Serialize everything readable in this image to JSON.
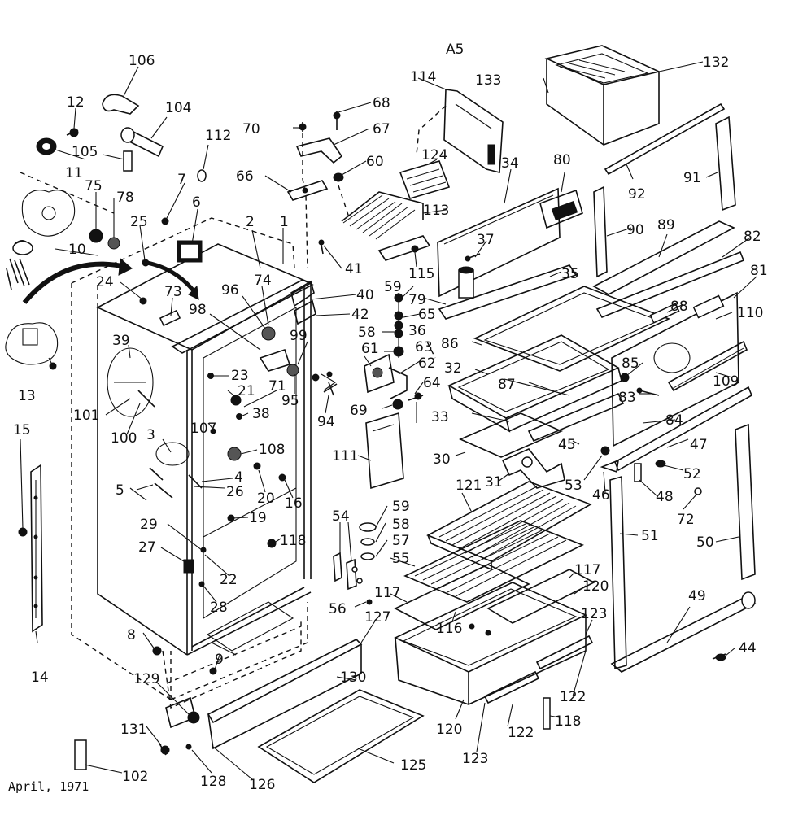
{
  "header_code": "A5",
  "footer_date": "April, 1971",
  "callouts": [
    "106",
    "12",
    "104",
    "11",
    "105",
    "112",
    "75",
    "78",
    "7",
    "6",
    "25",
    "2",
    "1",
    "10",
    "24",
    "73",
    "96",
    "74",
    "41",
    "98",
    "39",
    "13",
    "23",
    "21",
    "71",
    "95",
    "99",
    "101",
    "100",
    "38",
    "107",
    "3",
    "108",
    "4",
    "5",
    "26",
    "20",
    "16",
    "19",
    "15",
    "29",
    "27",
    "22",
    "28",
    "118",
    "8",
    "9",
    "14",
    "129",
    "131",
    "102",
    "128",
    "126",
    "125",
    "130",
    "127",
    "70",
    "68",
    "67",
    "66",
    "60",
    "114",
    "124",
    "113",
    "115",
    "34",
    "80",
    "37",
    "35",
    "79",
    "133",
    "132",
    "92",
    "91",
    "90",
    "89",
    "82",
    "81",
    "88",
    "110",
    "86",
    "59",
    "65",
    "36",
    "58",
    "63",
    "40",
    "42",
    "61",
    "62",
    "64",
    "69",
    "94",
    "111",
    "32",
    "87",
    "85",
    "83",
    "109",
    "33",
    "84",
    "47",
    "30",
    "31",
    "45",
    "53",
    "46",
    "52",
    "48",
    "72",
    "51",
    "50",
    "121",
    "54",
    "57",
    "55",
    "56",
    "117",
    "116",
    "120",
    "123",
    "122",
    "49",
    "44"
  ]
}
